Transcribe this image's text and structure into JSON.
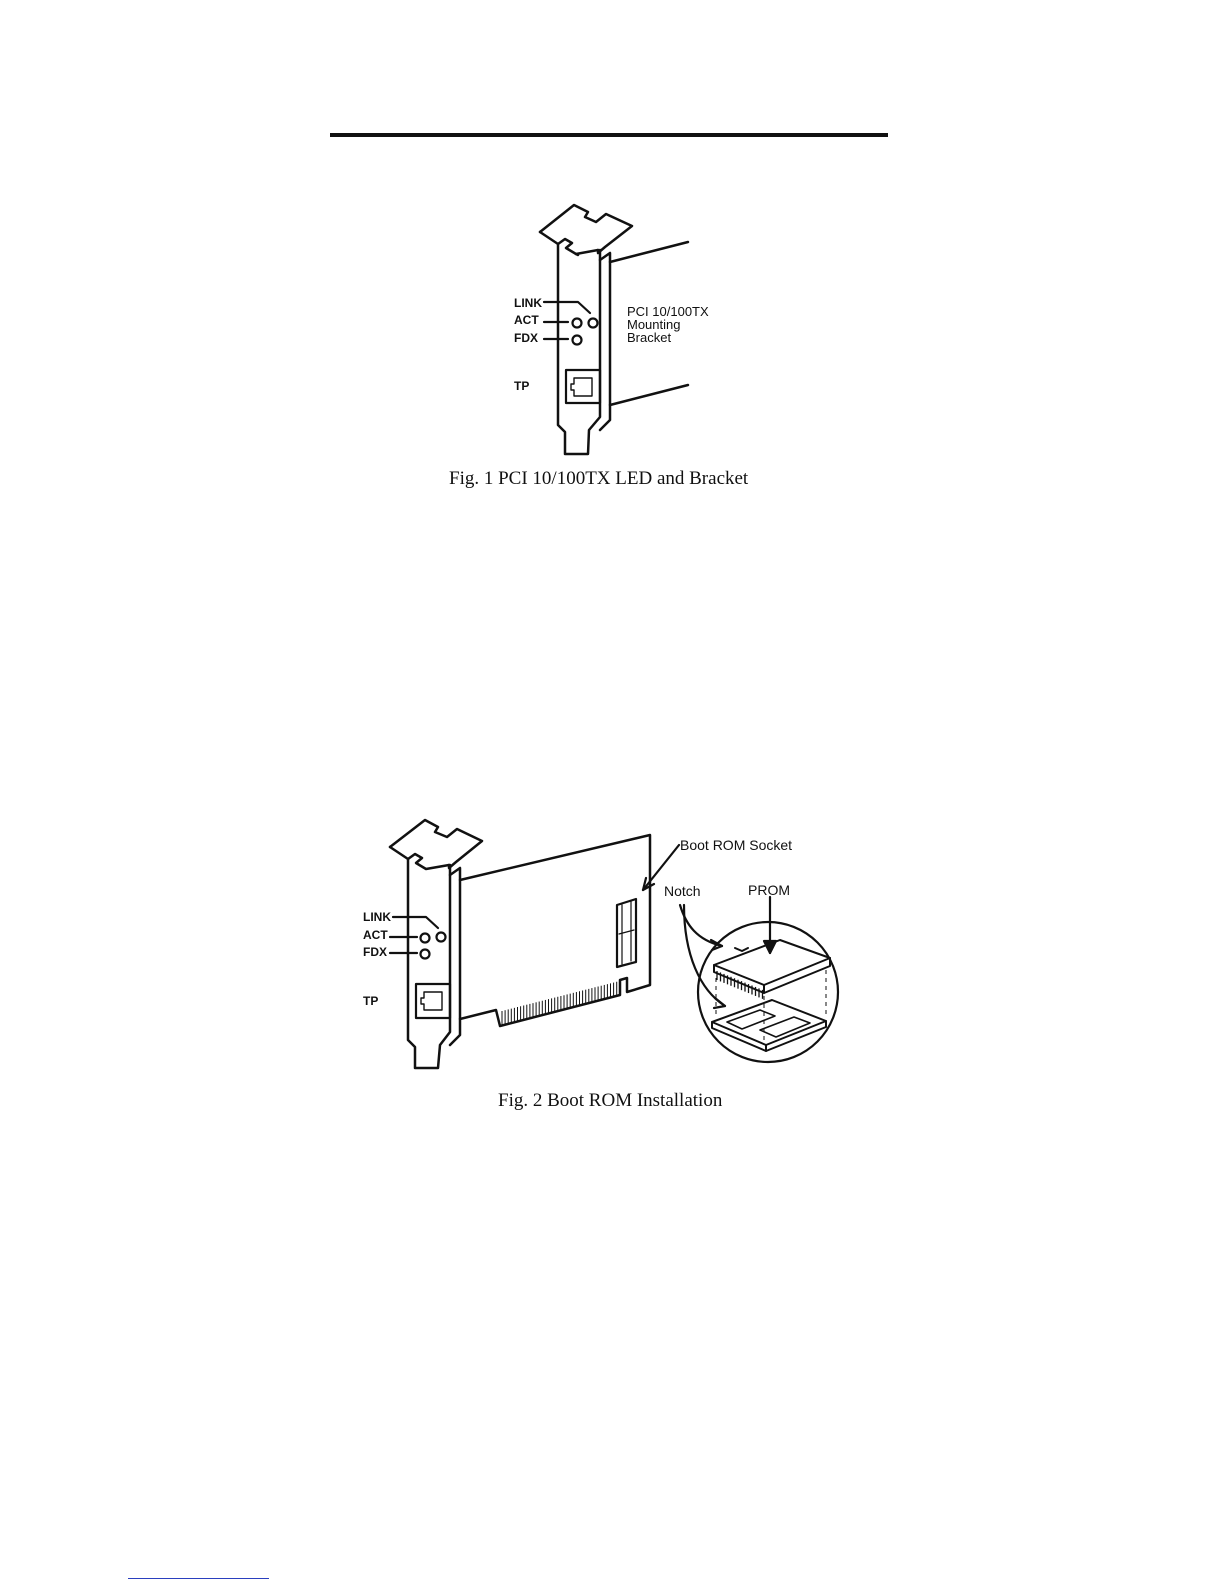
{
  "fig1": {
    "labels": {
      "link": "LINK",
      "act": "ACT",
      "fdx": "FDX",
      "tp": "TP",
      "bracket_line1": "PCI 10/100TX",
      "bracket_line2": "Mounting",
      "bracket_line3": "Bracket"
    },
    "caption": "Fig. 1  PCI 10/100TX LED and Bracket"
  },
  "fig2": {
    "labels": {
      "link": "LINK",
      "act": "ACT",
      "fdx": "FDX",
      "tp": "TP",
      "boot_rom_socket": "Boot ROM Socket",
      "notch": "Notch",
      "prom": "PROM"
    },
    "caption": "Fig. 2  Boot ROM Installation"
  }
}
